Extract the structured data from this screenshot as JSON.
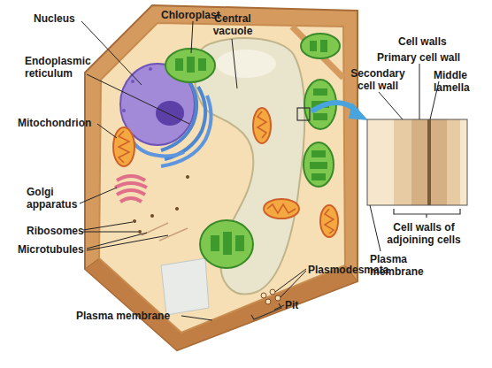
{
  "diagram": {
    "labels": [
      "Nucleus",
      "Chloroplast",
      "Central vacuole",
      "Cell walls",
      "Endoplasmic reticulum",
      "Primary cell wall",
      "Secondary cell wall",
      "Middle lamella",
      "Mitochondrion",
      "Golgi apparatus",
      "Ribosomes",
      "Microtubules",
      "Cell walls of adjoining cells",
      "Plasma membrane",
      "Plasmodesmata",
      "Pit",
      "Plasma membrane"
    ]
  }
}
